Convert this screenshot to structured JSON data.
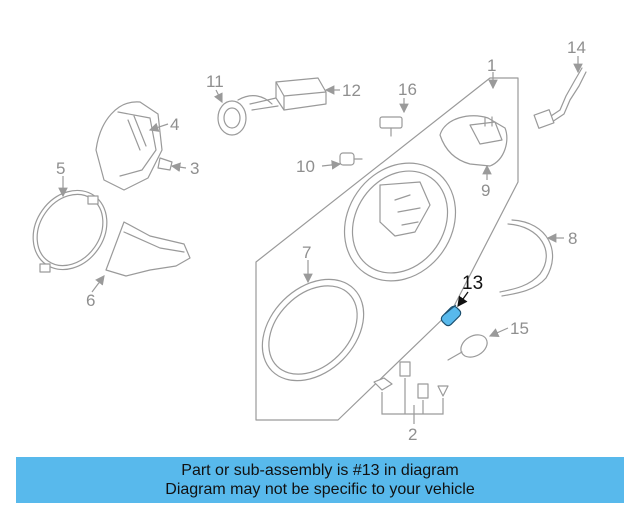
{
  "callouts": {
    "c1": "1",
    "c2": "2",
    "c3": "3",
    "c4": "4",
    "c5": "5",
    "c6": "6",
    "c7": "7",
    "c8": "8",
    "c9": "9",
    "c10": "10",
    "c11": "11",
    "c12": "12",
    "c13": "13",
    "c14": "14",
    "c15": "15",
    "c16": "16"
  },
  "highlight": {
    "part": "13",
    "color": "#58b9ec"
  },
  "banner": {
    "line1": "Part or sub-assembly is #13 in diagram",
    "line2": "Diagram may not be specific to your vehicle",
    "background": "#58b9ec"
  }
}
